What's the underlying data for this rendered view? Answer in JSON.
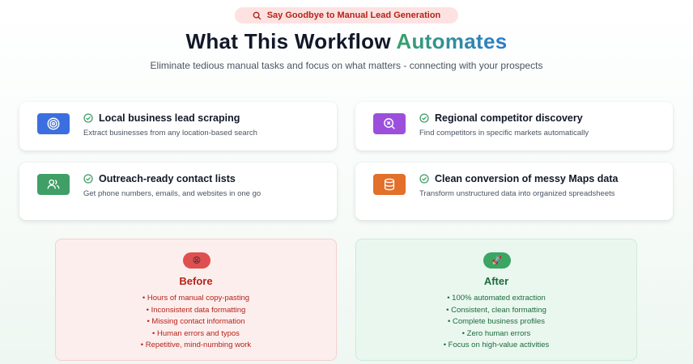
{
  "badge": {
    "text": "Say Goodbye to Manual Lead Generation",
    "icon": "search-icon"
  },
  "title": {
    "main": "What This Workflow ",
    "accent": "Automates"
  },
  "subtitle": "Eliminate tedious manual tasks and focus on what matters - connecting with your prospects",
  "features": [
    {
      "icon": "target-icon",
      "icon_bg": "#3b6fe0",
      "title": "Local business lead scraping",
      "description": "Extract businesses from any location-based search"
    },
    {
      "icon": "search-x-icon",
      "icon_bg": "#9b4fdc",
      "title": "Regional competitor discovery",
      "description": "Find competitors in specific markets automatically"
    },
    {
      "icon": "users-icon",
      "icon_bg": "#3f9f67",
      "title": "Outreach-ready contact lists",
      "description": "Get phone numbers, emails, and websites in one go"
    },
    {
      "icon": "database-icon",
      "icon_bg": "#e26f2a",
      "title": "Clean conversion of messy Maps data",
      "description": "Transform unstructured data into organized spreadsheets"
    }
  ],
  "colors": {
    "check": "#3f9f67",
    "before_text": "#b42318",
    "after_text": "#1c6b3c"
  },
  "before": {
    "emoji": "😩",
    "title": "Before",
    "items": [
      "Hours of manual copy-pasting",
      "Inconsistent data formatting",
      "Missing contact information",
      "Human errors and typos",
      "Repetitive, mind-numbing work"
    ]
  },
  "after": {
    "emoji": "🚀",
    "title": "After",
    "items": [
      "100% automated extraction",
      "Consistent, clean formatting",
      "Complete business profiles",
      "Zero human errors",
      "Focus on high-value activities"
    ]
  }
}
